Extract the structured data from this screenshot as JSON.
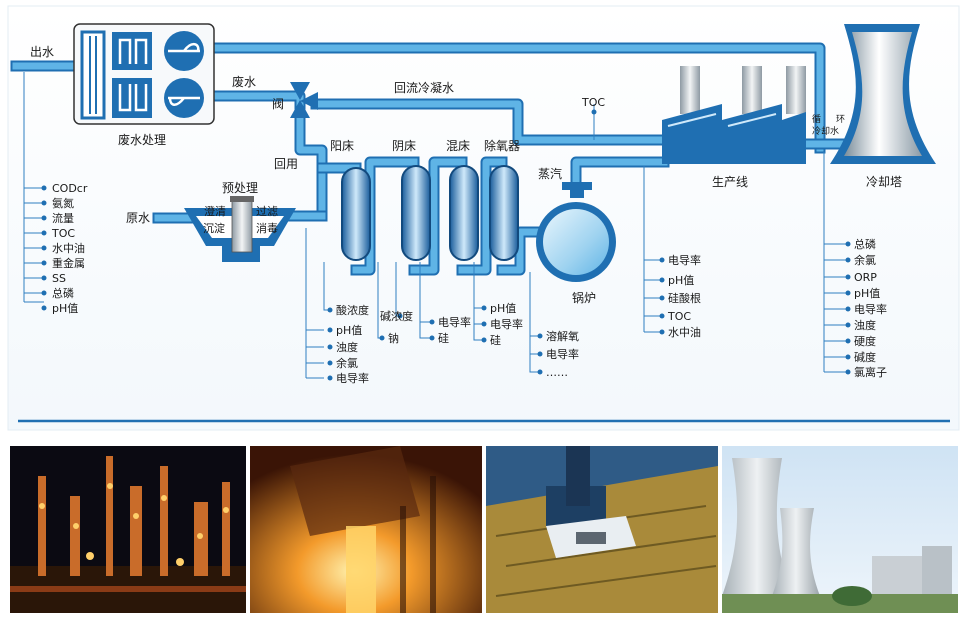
{
  "units": {
    "wastewater": "废水处理",
    "pretreat": "预处理",
    "clarify": "澄清",
    "filter": "过滤",
    "settle": "沉淀",
    "disinfect": "消毒",
    "cation": "阳床",
    "anion": "阴床",
    "mixed": "混床",
    "deaerator": "除氧器",
    "boiler": "锅炉",
    "production": "生产线",
    "cooling_tower": "冷却塔"
  },
  "flows": {
    "outlet": "出水",
    "waste": "废水",
    "valve": "阀",
    "reuse": "回用",
    "raw": "原水",
    "return_condensate": "回流冷凝水",
    "steam": "蒸汽",
    "circ_1": "循",
    "circ_2": "环",
    "circ_3": "冷却水",
    "toc": "TOC"
  },
  "param_groups": {
    "wastewater": [
      "CODcr",
      "氨氮",
      "流量",
      "TOC",
      "水中油",
      "重金属",
      "SS",
      "总磷",
      "pH值"
    ],
    "cation": [
      "酸浓度"
    ],
    "reuse": [
      "pH值",
      "浊度",
      "余氯",
      "电导率"
    ],
    "anion_left": [
      "碱浓度"
    ],
    "anion_right": [
      "钠"
    ],
    "mixed_a": [
      "电导率",
      "硅"
    ],
    "mixed_b": [
      "pH值",
      "电导率",
      "硅"
    ],
    "boiler": [
      "溶解氧",
      "电导率",
      "……"
    ],
    "production": [
      "电导率",
      "pH值",
      "硅酸根",
      "TOC",
      "水中油"
    ],
    "cooling": [
      "总磷",
      "余氯",
      "ORP",
      "pH值",
      "电导率",
      "浊度",
      "硬度",
      "碱度",
      "氯离子"
    ]
  },
  "photos": [
    {
      "name": "refinery-night-photo"
    },
    {
      "name": "steel-mill-photo"
    },
    {
      "name": "electronics-manufacturing-photo"
    },
    {
      "name": "cooling-towers-photo"
    }
  ]
}
